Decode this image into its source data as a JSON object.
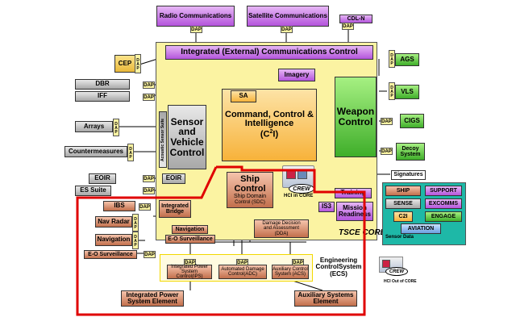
{
  "external": {
    "radio": "Radio Communications",
    "satellite": "Satellite Communications",
    "cdln": "CDL-N",
    "cep": "CEP",
    "dbr": "DBR",
    "iff": "IFF",
    "arrays": "Arrays",
    "countermeasures": "Countermeasures",
    "eoir_ext": "EOIR",
    "es_suite": "ES Suite",
    "ags": "AGS",
    "vls": "VLS",
    "cigs": "CIGS",
    "decoy_line1": "Decoy",
    "decoy_line2": "System",
    "signatures": "Signatures"
  },
  "core": {
    "iecc": "Integrated (External) Communications Control",
    "imagery": "Imagery",
    "sa": "SA",
    "c2i_line1": "Command, Control &",
    "c2i_line2": "Intelligence",
    "c2i_line3": "(C",
    "c2i_sup": "2",
    "c2i_line3b": "I)",
    "sensor_line1": "Sensor",
    "sensor_line2": "and",
    "sensor_line3": "Vehicle",
    "sensor_line4": "Control",
    "acoustic": "Acoustic Sensor Suite",
    "weapon_line1": "Weapon",
    "weapon_line2": "Control",
    "eoir_int": "EOIR",
    "training": "Training",
    "is3": "IS3",
    "mission_line1": "Mission",
    "mission_line2": "Readiness",
    "tsce": "TSCE CORE",
    "hci_core": "HCI in CORE",
    "crew": "CREW"
  },
  "ship": {
    "title_line1": "Ship",
    "title_line2": "Control",
    "sub_line1": "Ship Domain",
    "sub_line2": "Control (SDC)",
    "ibs": "IBS",
    "integrated_line1": "Integrated",
    "integrated_line2": "Bridge",
    "nav_radar": "Nav Radar",
    "navigation_int": "Navigation",
    "navigation_ext": "Navigation",
    "eo_surv_int": "E-O Surveillance",
    "eo_surv_ext": "E-O Surveillance",
    "dda_line1": "Damage Decision",
    "dda_line2": "and Assessment",
    "dda_line3": "(DDA)",
    "ipsc_line1": "Integrated Power",
    "ipsc_line2": "System Control(IPS)",
    "adc_line1": "Automated Damage",
    "adc_line2": "Control(ADC)",
    "acs_line1": "Auxiliary Control",
    "acs_line2": "System (ACS)",
    "ecs_line1": "Engineering",
    "ecs_line2": "ControlSystem",
    "ecs_line3": "(ECS)",
    "ipse_line1": "Integrated Power",
    "ipse_line2": "System Element",
    "ase_line1": "Auxiliary Systems",
    "ase_line2": "Element",
    "hci_out": "HCI Out of CORE",
    "crew": "CREW"
  },
  "tags": {
    "dap": "DAP",
    "dap_vert": "DAP"
  },
  "legend": {
    "ship": "SHIP",
    "support": "SUPPORT",
    "sense": "SENSE",
    "excomms": "EXCOMMS",
    "c2i": "C2I",
    "engage": "ENGAGE",
    "aviation": "AVIATION",
    "sensor_data": "Sensor Data"
  },
  "colors": {
    "core_fill": "#fbf3a2",
    "legend_fill": "#1eb8a7",
    "ship_border": "#e00000"
  }
}
